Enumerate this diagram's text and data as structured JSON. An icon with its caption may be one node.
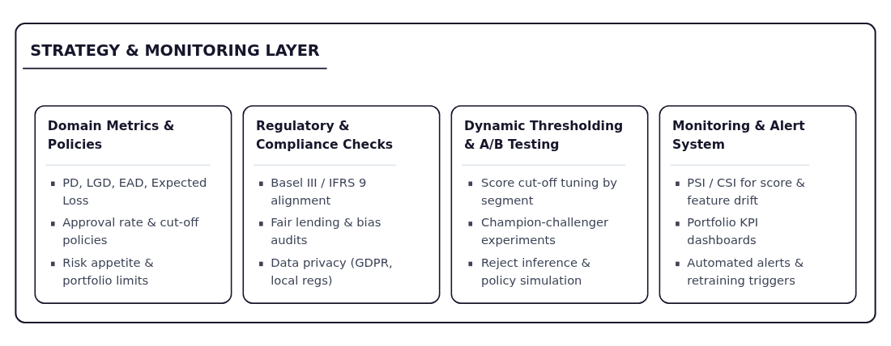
{
  "diagram": {
    "nodes": [
      {
        "text": [
          "STRATEGY & MONITORING LAYER"
        ]
      },
      {
        "text": [
          "Domain Metrics & Policies",
          "PD, LGD, EAD, Expected Loss",
          "Approval rate & cut-off policies",
          "Risk appetite & portfolio limits"
        ],
        "in": 0
      },
      {
        "text": [
          "Regulatory & Compliance Checks",
          "Basel III / IFRS 9 alignment",
          "Fair lending & bias audits",
          "Data privacy (GDPR, local regs)"
        ],
        "in": 0
      },
      {
        "text": [
          "Dynamic Thresholding & A/B Testing",
          "Score cut-off tuning by segment",
          "Champion-challenger experiments",
          "Reject inference & policy simulation"
        ],
        "in": 0
      },
      {
        "text": [
          "Monitoring & Alert System",
          "PSI / CSI for score & feature drift",
          "Portfolio KPI dashboards",
          "Automated alerts & retraining triggers"
        ],
        "in": 0
      }
    ]
  }
}
